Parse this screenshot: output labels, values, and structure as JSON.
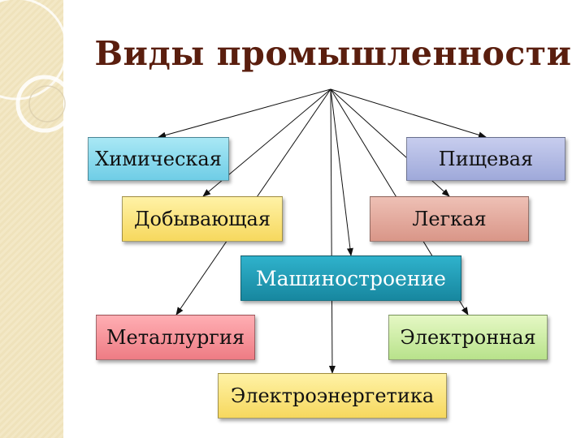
{
  "title": "Виды промышленности",
  "nodes": {
    "chemical": "Химическая",
    "food": "Пищевая",
    "mining": "Добывающая",
    "light": "Легкая",
    "machinery": "Машиностроение",
    "metallurgy": "Металлургия",
    "electronic": "Электронная",
    "power": "Электроэнергетика"
  },
  "colors": {
    "title": "#5a1e0e",
    "chemical": "#6fcde6",
    "food": "#9fa9da",
    "mining": "#f6d85e",
    "light": "#d99688",
    "machinery": "#17879f",
    "metallurgy": "#ee7c84",
    "electronic": "#b8e28b",
    "power": "#f6d85e",
    "side_strip": "#f3e8c6"
  }
}
